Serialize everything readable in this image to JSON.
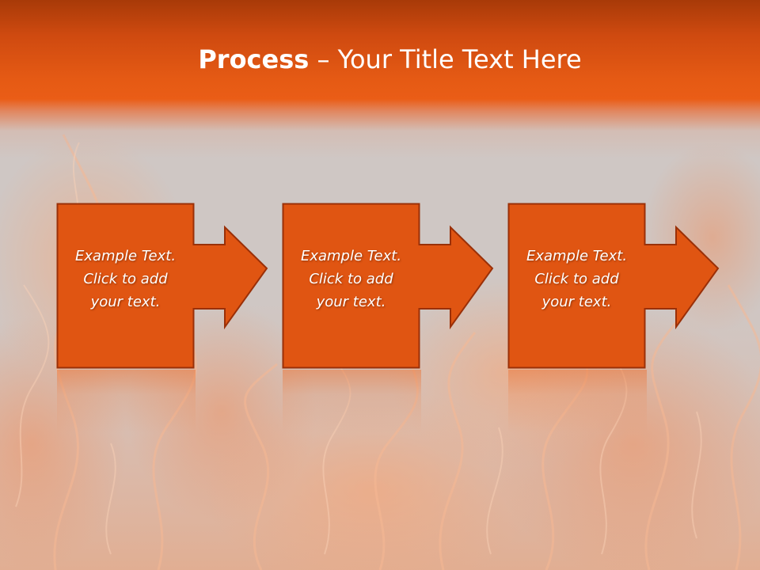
{
  "slide": {
    "title_bold": "Process",
    "title_dash": " – ",
    "title_rest": "Your Title Text Here"
  },
  "steps": [
    {
      "lines": [
        "Example Text.",
        "Click  to add",
        "your text."
      ]
    },
    {
      "lines": [
        "Example Text.",
        "Click  to add",
        "your text."
      ]
    },
    {
      "lines": [
        "Example Text.",
        "Click  to add",
        "your text."
      ]
    }
  ],
  "colors": {
    "header": "#e55a14",
    "box_fill": "#e05512",
    "box_stroke": "#9a3008",
    "background": "#cfc7c4"
  }
}
